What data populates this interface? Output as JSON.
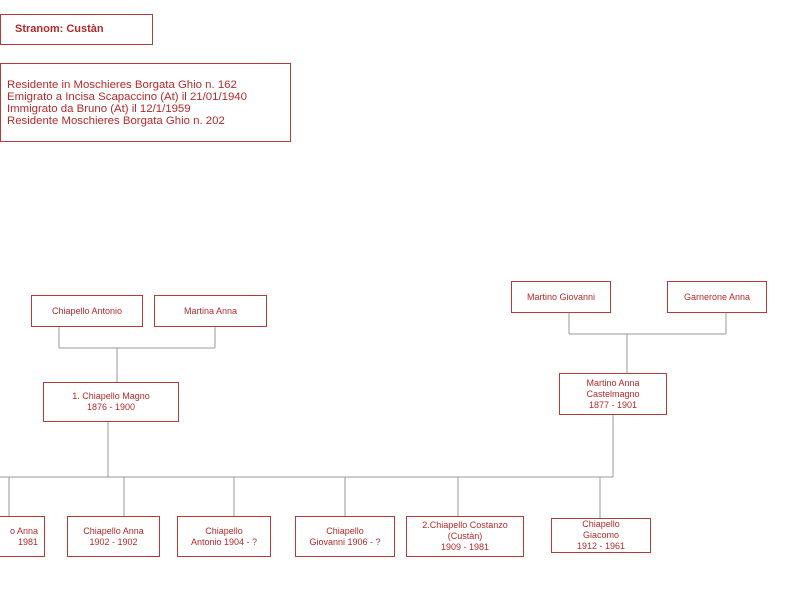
{
  "header": {
    "title": "Stranom: Custàn",
    "notes": [
      "Residente in Moschieres Borgata Ghio n. 162",
      "Emigrato a Incisa Scapaccino (At) il 21/01/1940",
      "Immigrato da Bruno (At) il 12/1/1959",
      "Residente Moschieres Borgata Ghio n. 202"
    ]
  },
  "paternal_grandparents": {
    "grandfather": "Chiapello Antonio",
    "grandmother": "Martina Anna"
  },
  "maternal_grandparents": {
    "grandfather": "Martino Giovanni",
    "grandmother": "Garnerone Anna"
  },
  "father": {
    "line1": "1.  Chiapello Magno",
    "line2": "1876 - 1900"
  },
  "mother": {
    "line1": "Martino Anna",
    "line2": "Castelmagno",
    "line3": "1877 - 1901"
  },
  "children": [
    {
      "line1": "o Anna",
      "line2": "1981"
    },
    {
      "line1": "Chiapello Anna",
      "line2": "1902 - 1902"
    },
    {
      "line1": "Chiapello",
      "line2": "Antonio 1904 - ?"
    },
    {
      "line1": "Chiapello",
      "line2": "Giovanni 1906 - ?"
    },
    {
      "line1": "2.Chiapello Costanzo",
      "line2": "(Custàn)",
      "line3": "1909 - 1981"
    },
    {
      "line1": "Chiapello",
      "line2": "Giacomo",
      "line3": "1912 - 1961"
    }
  ],
  "colors": {
    "line": "#9a9a9a",
    "border": "#b53a3a",
    "text": "#b52a2a"
  }
}
